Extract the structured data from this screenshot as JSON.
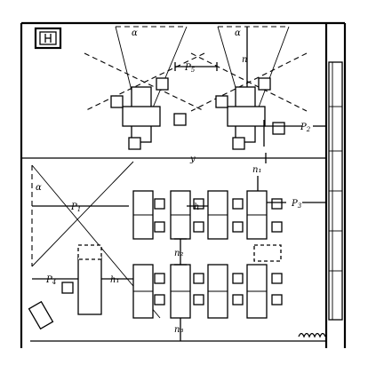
{
  "labels": {
    "alpha": "α",
    "p": "P",
    "n": "n",
    "y": "y",
    "s1": "1",
    "s2": "2",
    "s3": "3",
    "s4": "4",
    "s5": "5",
    "h": "h",
    "h2": "h₁",
    "n2": "n₁",
    "n3": "n₂",
    "n4": "n₃"
  },
  "icons": {
    "window": "window-icon",
    "radiator": "radiator-icon"
  }
}
